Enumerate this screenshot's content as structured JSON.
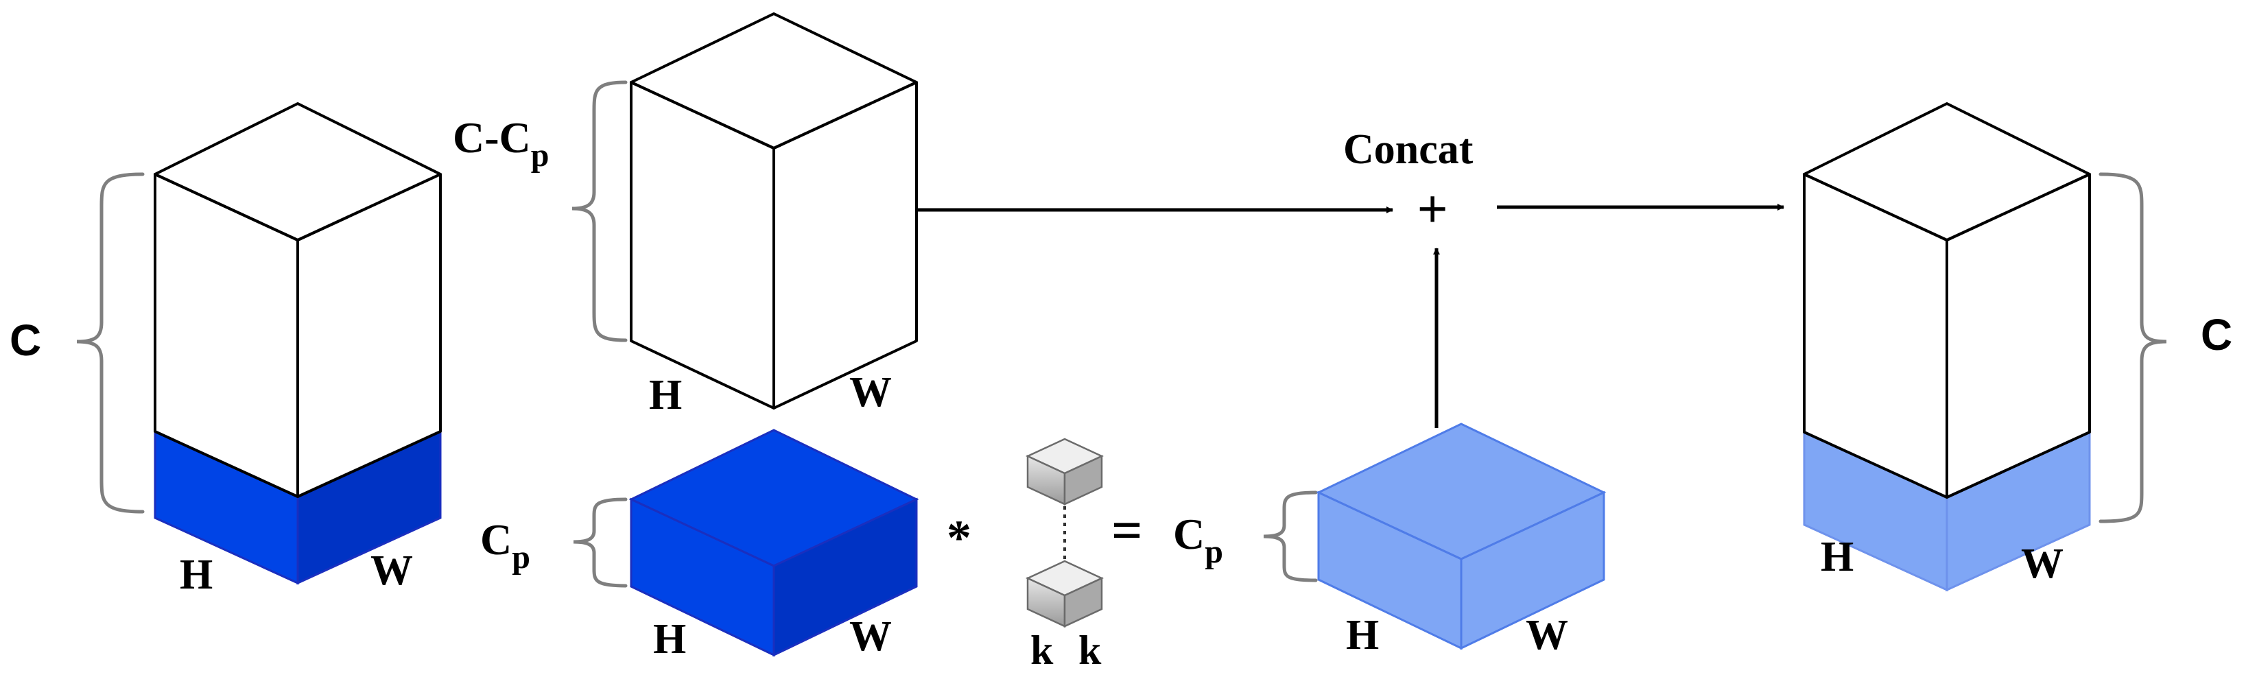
{
  "labels": {
    "c_left": "C",
    "c_right": "C",
    "c_minus_cp_base": "C-C",
    "c_minus_cp_sub": "p",
    "cp_base": "C",
    "cp_sub": "p",
    "cp_result_base": "C",
    "cp_result_sub": "p",
    "equals": "=",
    "conv_star": "*",
    "concat": "Concat",
    "plus": "+",
    "h": "H",
    "w": "W",
    "k": "k"
  },
  "colors": {
    "partial_blue": "#0044e6",
    "partial_blue_edge": "#1a2fbf",
    "result_blue": "#7fa6f5",
    "result_blue_edge": "#4f7ce8",
    "kernel_gray": "#c8c8c8",
    "brace_gray": "#7f7f7f"
  }
}
